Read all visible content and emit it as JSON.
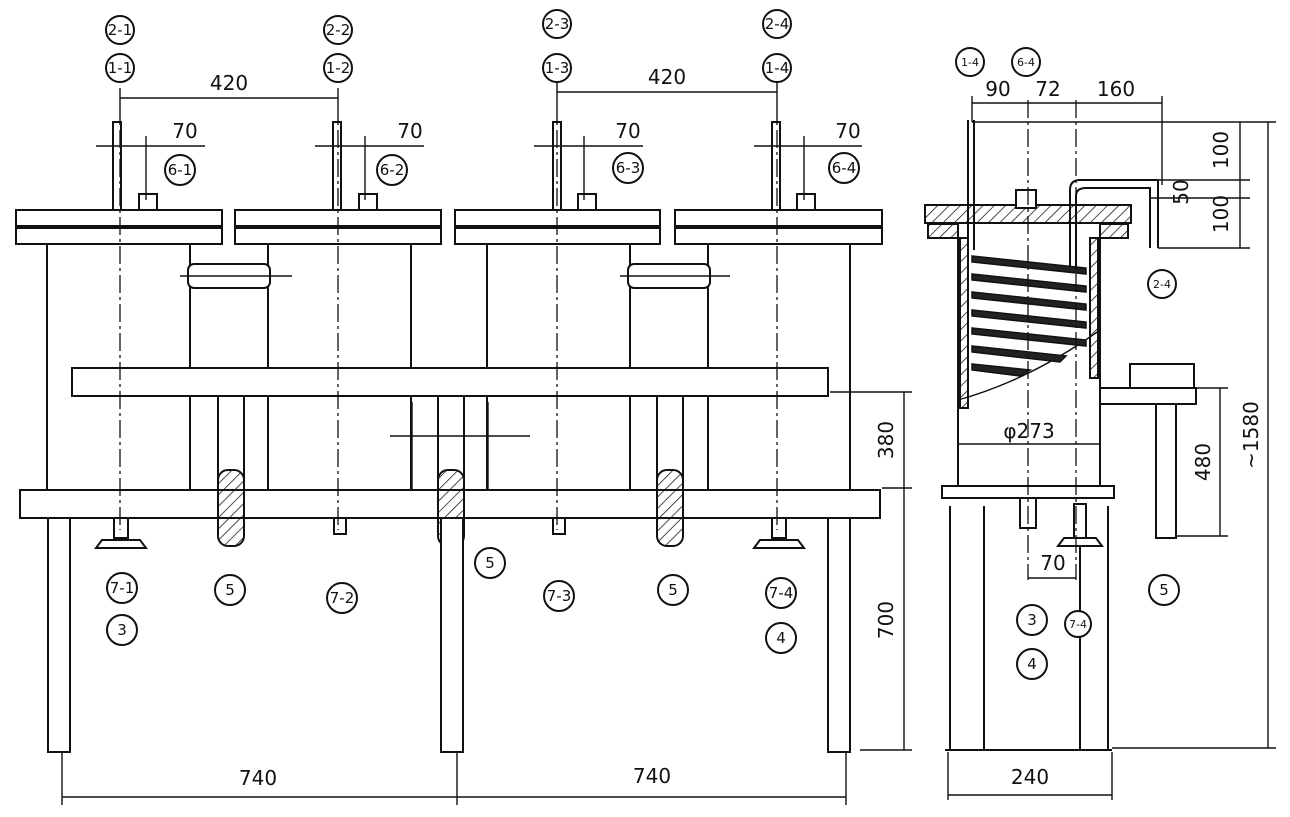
{
  "drawing": {
    "front_view": {
      "callouts_top_row1": [
        "2-1",
        "2-2",
        "2-3",
        "2-4"
      ],
      "callouts_top_row2": [
        "1-1",
        "1-2",
        "1-3",
        "1-4"
      ],
      "callouts_side": [
        "6-1",
        "6-2",
        "6-3",
        "6-4"
      ],
      "callouts_bottom": [
        "7-1",
        "7-2",
        "7-3",
        "7-4"
      ],
      "callouts_support": [
        "5",
        "5",
        "5"
      ],
      "callout_3": "3",
      "callout_4": "4",
      "dims": {
        "pitch_left": "420",
        "pitch_right": "420",
        "offset": [
          "70",
          "70",
          "70",
          "70"
        ],
        "height_380": "380",
        "height_700": "700",
        "span_left": "740",
        "span_right": "740"
      }
    },
    "side_view": {
      "callouts_top": [
        "1-4",
        "6-4"
      ],
      "callout_2": "2-4",
      "callout_5": "5",
      "callout_3": "3",
      "callout_4": "4",
      "callout_7": "7-4",
      "dims": {
        "d90": "90",
        "d72": "72",
        "d160": "160",
        "d100a": "100",
        "d50": "50",
        "d100b": "100",
        "diameter": "φ273",
        "h480": "480",
        "h1580": "~1580",
        "d70": "70",
        "w240": "240"
      }
    }
  }
}
